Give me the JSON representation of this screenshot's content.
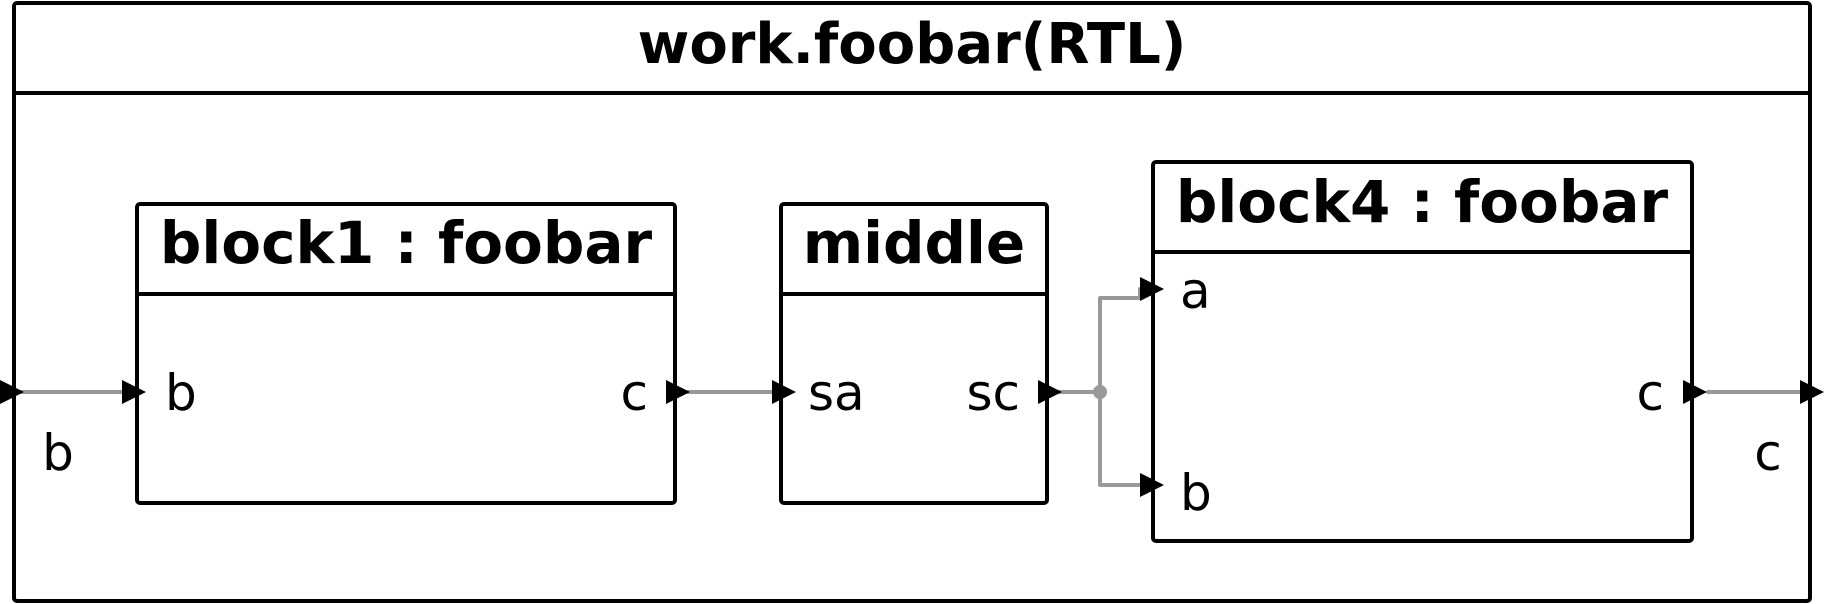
{
  "diagram": {
    "title": "work.foobar(RTL)",
    "external_ports": {
      "input_b": "b",
      "output_c": "c"
    },
    "blocks": [
      {
        "id": "block1",
        "title": "block1 : foobar",
        "ports_in": [
          "b"
        ],
        "ports_out": [
          "c"
        ]
      },
      {
        "id": "middle",
        "title": "middle",
        "ports_in": [
          "sa"
        ],
        "ports_out": [
          "sc"
        ]
      },
      {
        "id": "block4",
        "title": "block4 : foobar",
        "ports_in": [
          "a",
          "b"
        ],
        "ports_out": [
          "c"
        ]
      }
    ],
    "connections": [
      {
        "from": "b",
        "to": "block1.b"
      },
      {
        "from": "block1.c",
        "to": "middle.sa"
      },
      {
        "from": "middle.sc",
        "to": "block4.a"
      },
      {
        "from": "middle.sc",
        "to": "block4.b"
      },
      {
        "from": "block4.c",
        "to": "c"
      }
    ]
  }
}
